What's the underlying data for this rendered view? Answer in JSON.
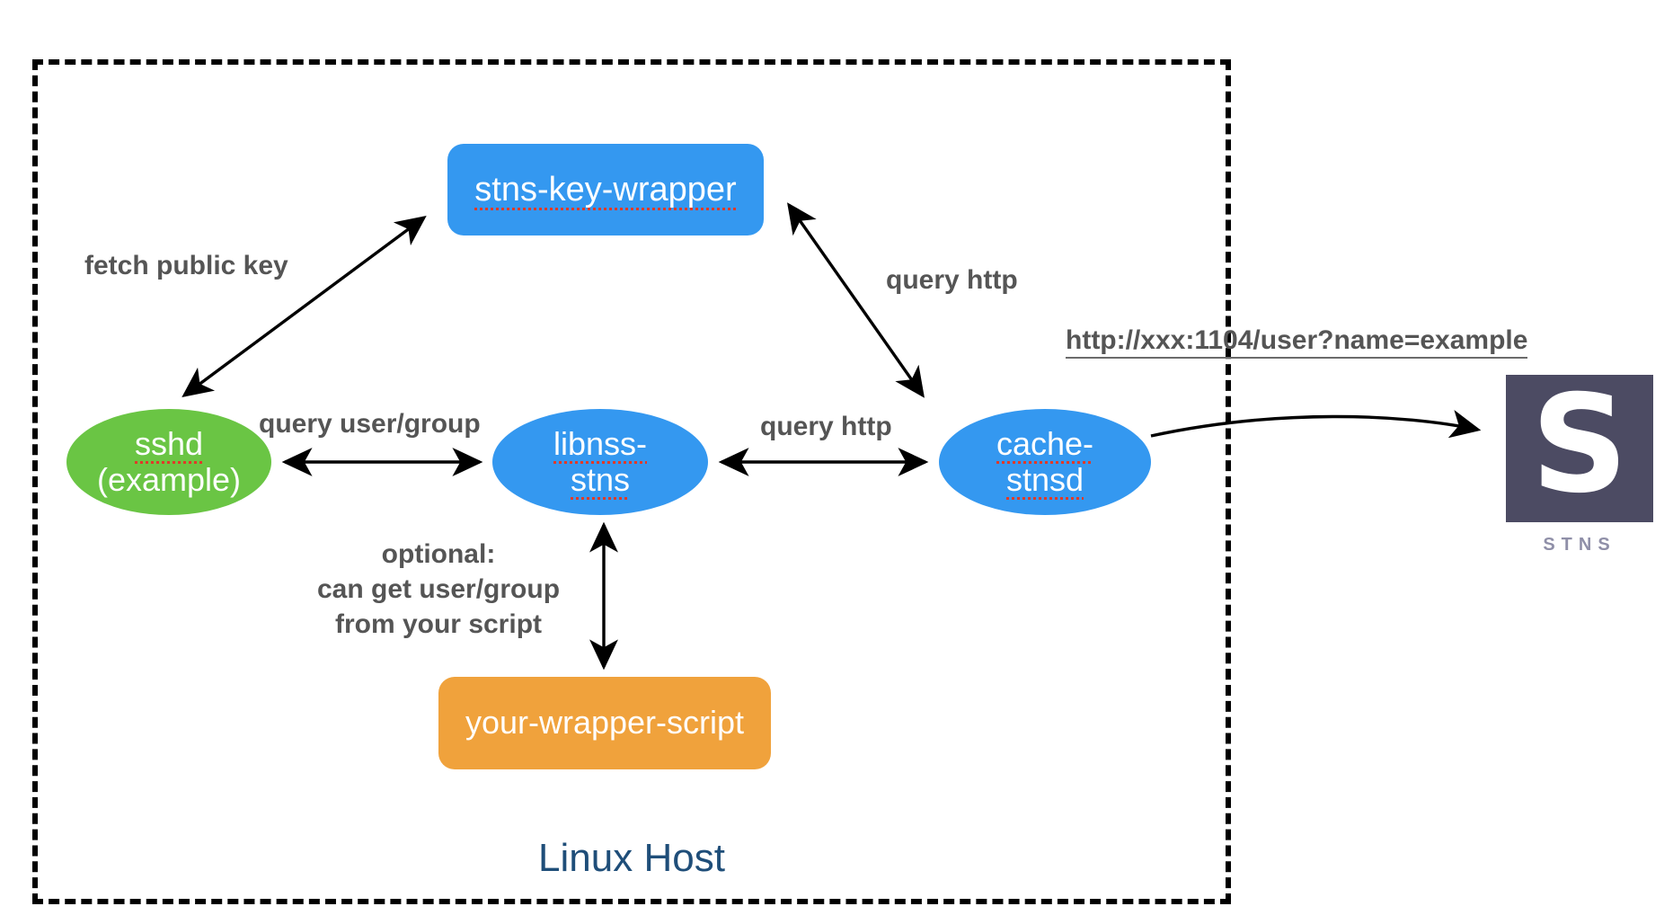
{
  "diagram": {
    "title": "STNS Linux Host architecture",
    "host_label": "Linux Host",
    "colors": {
      "blue": "#3498f0",
      "green": "#6ac544",
      "orange": "#f0a23c",
      "logo_bg": "#4c4b63",
      "logo_caption": "#8f8fa8",
      "host_label": "#1f4e79",
      "label_gray": "#555555",
      "spellcheck_underline": "#e03a28",
      "boundary": "#000000"
    },
    "nodes": [
      {
        "id": "stns-key-wrapper",
        "label": "stns-key-wrapper",
        "shape": "rounded-rect",
        "color": "#3498f0",
        "misspelled": true
      },
      {
        "id": "sshd",
        "label_line1": "sshd",
        "label_line2": "(example)",
        "shape": "ellipse",
        "color": "#6ac544",
        "misspelled": true
      },
      {
        "id": "libnss-stns",
        "label_line1": "libnss-",
        "label_line2": "stns",
        "shape": "ellipse",
        "color": "#3498f0",
        "misspelled": true
      },
      {
        "id": "cache-stnsd",
        "label_line1": "cache-",
        "label_line2": "stnsd",
        "shape": "ellipse",
        "color": "#3498f0",
        "misspelled": true
      },
      {
        "id": "your-wrapper-script",
        "label": "your-wrapper-script",
        "shape": "rounded-rect",
        "color": "#f0a23c",
        "misspelled": false
      }
    ],
    "edges": [
      {
        "id": "sshd-to-key-wrapper",
        "label": "fetch public key",
        "from": "sshd",
        "to": "stns-key-wrapper",
        "direction": "bidirectional"
      },
      {
        "id": "key-wrapper-to-cache-stnsd",
        "label": "query http",
        "from": "stns-key-wrapper",
        "to": "cache-stnsd",
        "direction": "bidirectional"
      },
      {
        "id": "sshd-to-libnss",
        "label": "query user/group",
        "from": "sshd",
        "to": "libnss-stns",
        "direction": "bidirectional"
      },
      {
        "id": "libnss-to-cache-stnsd",
        "label": "query http",
        "from": "libnss-stns",
        "to": "cache-stnsd",
        "direction": "bidirectional"
      },
      {
        "id": "libnss-to-wrapper-script",
        "label": "optional: can get user/group from your script",
        "from": "libnss-stns",
        "to": "your-wrapper-script",
        "direction": "bidirectional"
      },
      {
        "id": "cache-stnsd-to-stns",
        "label": "http://xxx:1104/user?name=example",
        "from": "cache-stnsd",
        "to": "stns-server",
        "direction": "forward"
      }
    ],
    "labels": {
      "fetch_public_key": "fetch public key",
      "query_http_top": "query http",
      "query_user_group": "query user/group",
      "query_http_mid": "query http",
      "optional_line1": "optional:",
      "optional_line2": "can get user/group",
      "optional_line3": "from your script",
      "url": "http://xxx:1104/user?name=example"
    },
    "logo": {
      "letter": "S",
      "caption": "STNS"
    }
  }
}
